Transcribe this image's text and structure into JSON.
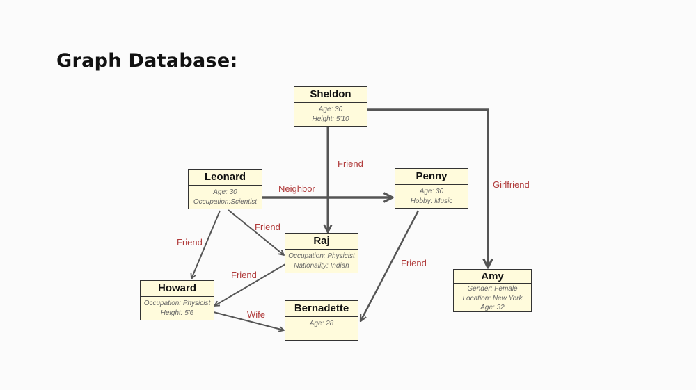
{
  "title": "Graph Database:",
  "nodes": {
    "sheldon": {
      "name": "Sheldon",
      "props": [
        "Age: 30",
        "Height: 5'10"
      ]
    },
    "leonard": {
      "name": "Leonard",
      "props": [
        "Age: 30",
        "Occupation:Scientist"
      ]
    },
    "penny": {
      "name": "Penny",
      "props": [
        "Age: 30",
        "Hobby: Music"
      ]
    },
    "raj": {
      "name": "Raj",
      "props": [
        "Occupation: Physicist",
        "Nationality: Indian"
      ]
    },
    "howard": {
      "name": "Howard",
      "props": [
        "Occupation: Physicist",
        "Height: 5'6"
      ]
    },
    "bernadette": {
      "name": "Bernadette",
      "props": [
        "Age: 28"
      ]
    },
    "amy": {
      "name": "Amy",
      "props": [
        "Gender: Female",
        "Location: New York",
        "Age: 32"
      ]
    }
  },
  "edges": {
    "sheldon_raj": "Friend",
    "sheldon_amy": "Girlfriend",
    "leonard_penny": "Neighbor",
    "leonard_raj": "Friend",
    "leonard_howard": "Friend",
    "raj_howard": "Friend",
    "howard_bernadette": "Wife",
    "penny_bernadette": "Friend"
  },
  "colors": {
    "edge": "#555555",
    "edge_label": "#b03a3a",
    "node_fill": "#fffbdc"
  }
}
